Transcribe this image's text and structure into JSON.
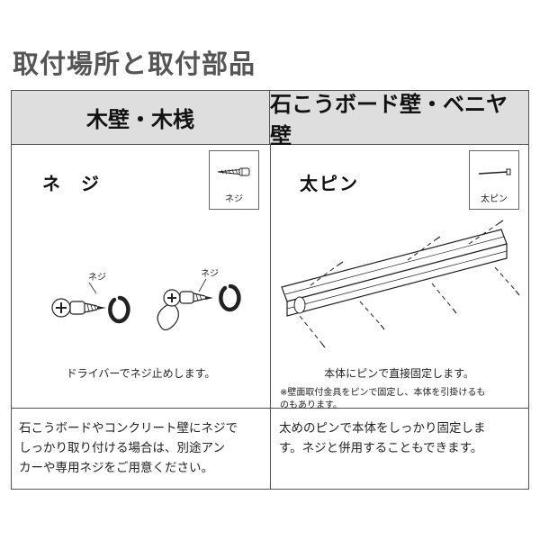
{
  "title": "取付場所と取付部品",
  "left": {
    "header": "木壁・木桟",
    "subheading": "ネ ジ",
    "icon_label": "ネジ",
    "callout_1": "ネジ",
    "callout_2": "ネジ",
    "caption": "ドライバーでネジ止めします。",
    "description_lines": [
      "石こうボードやコンクリート壁にネジで",
      "しっかり取り付ける場合は、別途アン",
      "カーや専用ネジをご用意ください。"
    ]
  },
  "right": {
    "header": "石こうボード壁・ベニヤ壁",
    "subheading": "太ピン",
    "icon_label": "太ピン",
    "caption": "本体にピンで直接固定します。",
    "note_lines": [
      "※壁面取付金具をピンで固定し、本体を引掛けるも",
      "のもあります。"
    ],
    "description_lines": [
      "太めのピンで本体をしっかり固定しま",
      "す。ネジと併用することもできます。"
    ]
  }
}
